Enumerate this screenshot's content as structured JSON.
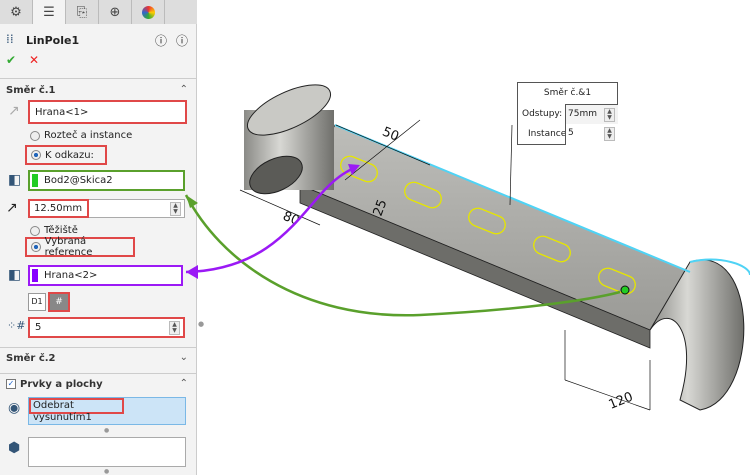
{
  "tabs": [
    {
      "icon": "feature-manager-icon"
    },
    {
      "icon": "property-manager-icon"
    },
    {
      "icon": "configuration-manager-icon"
    },
    {
      "icon": "dimxpert-icon"
    },
    {
      "icon": "display-manager-icon"
    }
  ],
  "header": {
    "title": "LinPole1",
    "ok": "✔",
    "cancel": "✕"
  },
  "dir1": {
    "title": "Směr č.1",
    "edge": "Hrana<1>",
    "opt_spacing": "Rozteč a instance",
    "opt_reference": "K odkazu:",
    "ref_point": "Bod2@Skica2",
    "offset": "12.50mm",
    "opt_centroid": "Těžiště",
    "opt_selected": "Vybraná reference",
    "ref_edge": "Hrana<2>",
    "instances": "5"
  },
  "dir2": {
    "title": "Směr č.2"
  },
  "features": {
    "title": "Prvky a plochy",
    "checked": true,
    "item": "Odebrat vysunutím1"
  },
  "callout": {
    "title": "Směr č.&1",
    "spacing_label": "Odstupy:",
    "spacing": "75mm",
    "instances_label": "Instance:",
    "instances": "5"
  },
  "dims": {
    "d50": "50",
    "d25": "25",
    "d80": "80",
    "d120": "120"
  },
  "colors": {
    "highlight_red": "#e04848",
    "green": "#5aa02c",
    "purple": "#9b19f5",
    "edge_cyan": "#4fd3f5",
    "slot_yellow": "#e6e600"
  }
}
